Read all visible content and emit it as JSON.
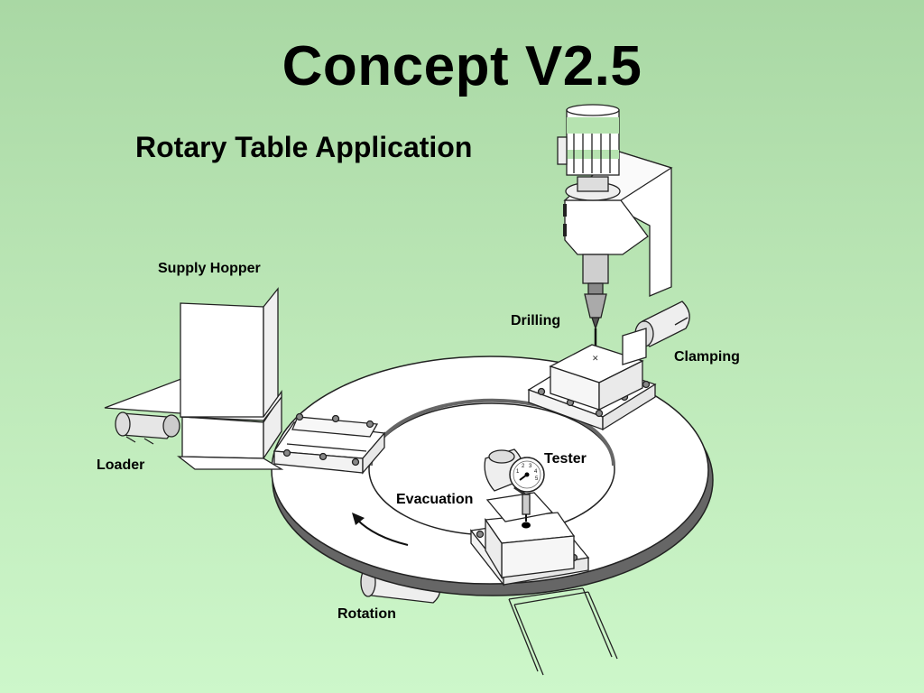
{
  "title": "Concept V2.5",
  "subtitle": "Rotary Table Application",
  "labels": {
    "supply_hopper": "Supply Hopper",
    "loader": "Loader",
    "drilling": "Drilling",
    "clamping": "Clamping",
    "tester": "Tester",
    "evacuation": "Evacuation",
    "rotation": "Rotation"
  },
  "gauge_numbers": [
    "1",
    "2",
    "3",
    "4",
    "5"
  ]
}
